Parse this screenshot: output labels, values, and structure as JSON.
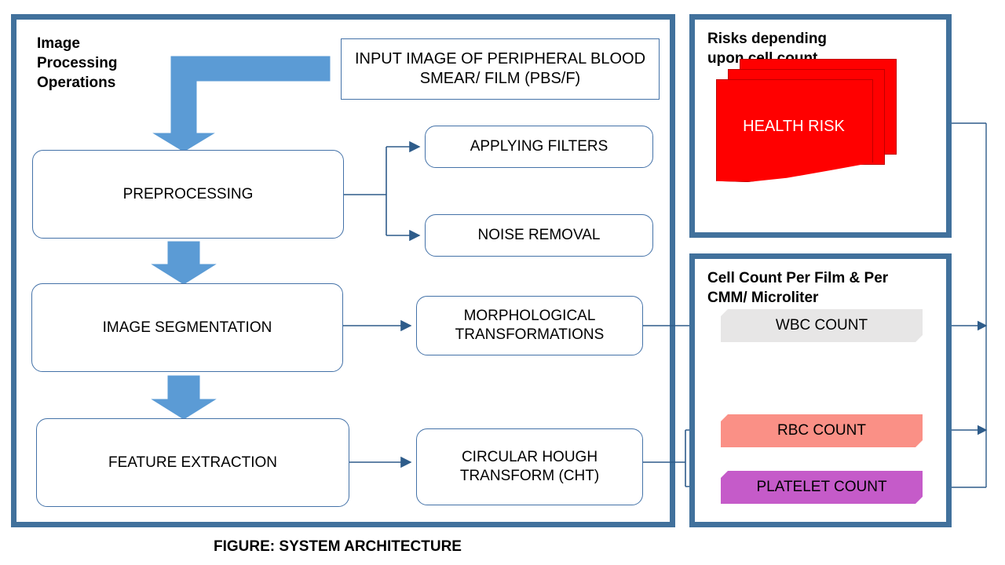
{
  "figure": {
    "caption": "FIGURE: SYSTEM ARCHITECTURE"
  },
  "colors": {
    "panel_border": "#41719C",
    "node_border": "#4472A8",
    "connector": "#2E5C8A",
    "block_arrow": "#5B9BD5",
    "health_risk": "#FF0000",
    "wbc_fill": "#E7E6E6",
    "rbc_fill": "#FA9086",
    "platelet_fill": "#C55BC9"
  },
  "panels": {
    "image_processing": {
      "title": "Image\nProcessing\nOperations",
      "nodes": {
        "input": "INPUT IMAGE OF PERIPHERAL BLOOD\nSMEAR/ FILM (PBS/F)",
        "preprocessing": "PREPROCESSING",
        "applying_filters": "APPLYING FILTERS",
        "noise_removal": "NOISE REMOVAL",
        "image_segmentation": "IMAGE SEGMENTATION",
        "morphological_transformations": "MORPHOLOGICAL\nTRANSFORMATIONS",
        "feature_extraction": "FEATURE EXTRACTION",
        "circular_hough_transform": "CIRCULAR HOUGH\nTRANSFORM (CHT)"
      }
    },
    "risks": {
      "title": "Risks depending\n upon cell count",
      "health_risk_label": "HEALTH RISK"
    },
    "cell_count": {
      "title": "Cell Count Per Film & Per\nCMM/ Microliter",
      "counts": [
        {
          "key": "wbc",
          "label": "WBC COUNT"
        },
        {
          "key": "rbc",
          "label": "RBC COUNT"
        },
        {
          "key": "platelet",
          "label": "PLATELET COUNT"
        }
      ]
    }
  },
  "flow": [
    {
      "from": "input",
      "to": "preprocessing"
    },
    {
      "from": "preprocessing",
      "to": "applying_filters"
    },
    {
      "from": "preprocessing",
      "to": "noise_removal"
    },
    {
      "from": "preprocessing",
      "to": "image_segmentation"
    },
    {
      "from": "image_segmentation",
      "to": "morphological_transformations"
    },
    {
      "from": "image_segmentation",
      "to": "feature_extraction"
    },
    {
      "from": "feature_extraction",
      "to": "circular_hough_transform"
    },
    {
      "from": "morphological_transformations",
      "to": "wbc"
    },
    {
      "from": "circular_hough_transform",
      "to": "rbc"
    },
    {
      "from": "circular_hough_transform",
      "to": "platelet"
    },
    {
      "from": "wbc",
      "to": "health_risk"
    },
    {
      "from": "rbc",
      "to": "health_risk"
    },
    {
      "from": "platelet",
      "to": "health_risk"
    }
  ]
}
